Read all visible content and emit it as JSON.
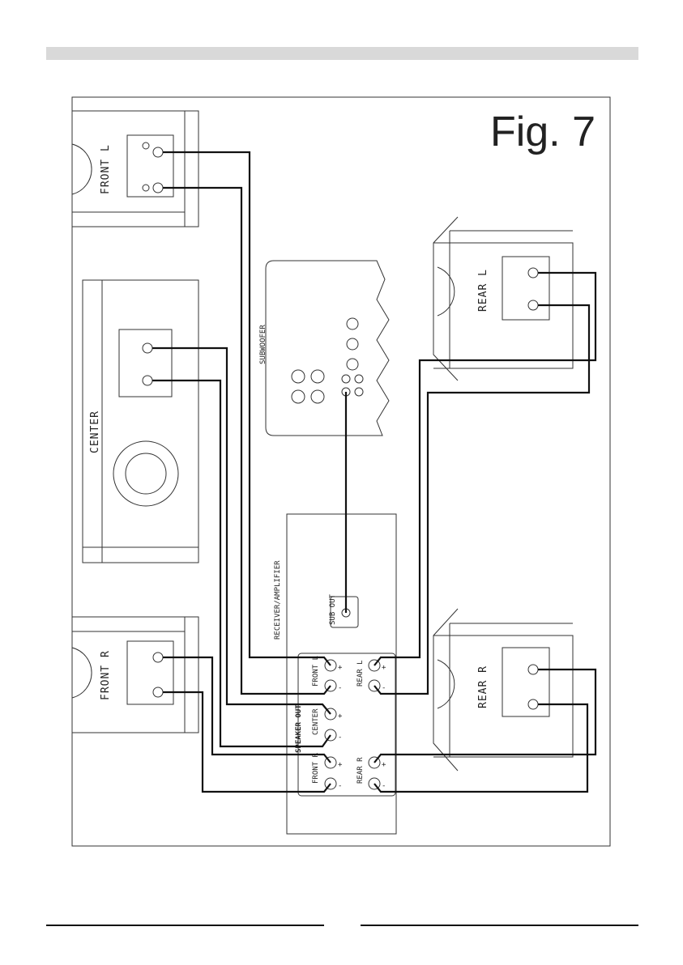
{
  "figure": {
    "title": "Fig. 7"
  },
  "speakers": {
    "front_l": "FRONT L",
    "center": "CENTER",
    "front_r": "FRONT R",
    "rear_l": "REAR L",
    "rear_r": "REAR R",
    "subwoofer": "SUBWOOFER"
  },
  "receiver": {
    "title": "RECEIVER/AMPLIFIER",
    "sub_out": "SUB OUT",
    "speaker_out": "SPEAKER OUT",
    "terminals": {
      "front_l": "FRONT L",
      "center": "CENTER",
      "front_r": "FRONT R",
      "rear_l": "REAR L",
      "rear_r": "REAR R",
      "plus": "+",
      "minus": "-"
    }
  }
}
